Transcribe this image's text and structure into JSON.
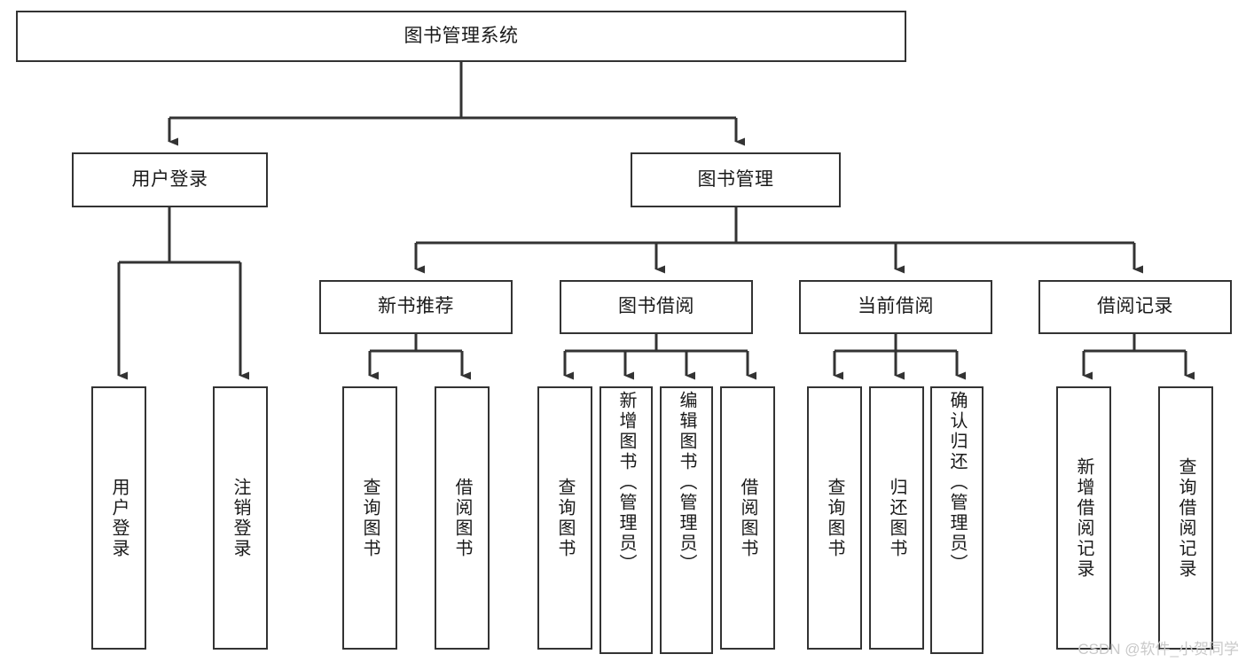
{
  "diagram": {
    "type": "hierarchy-tree",
    "title": "图书管理系统",
    "line_color": "#333333",
    "box_fill": "#ffffff",
    "text_color": "#1a1a1a",
    "levels": {
      "level1": [
        {
          "id": "root",
          "label": "图书管理系统",
          "orientation": "horizontal"
        }
      ],
      "level2": [
        {
          "id": "user-login",
          "label": "用户登录",
          "orientation": "horizontal"
        },
        {
          "id": "book-management",
          "label": "图书管理",
          "orientation": "horizontal"
        }
      ],
      "level3": [
        {
          "id": "new-book-recommend",
          "label": "新书推荐",
          "orientation": "horizontal"
        },
        {
          "id": "book-borrow",
          "label": "图书借阅",
          "orientation": "horizontal"
        },
        {
          "id": "current-borrow",
          "label": "当前借阅",
          "orientation": "horizontal"
        },
        {
          "id": "borrow-record",
          "label": "借阅记录",
          "orientation": "horizontal"
        }
      ],
      "level4": [
        {
          "id": "leaf-user-login",
          "label": "用户登录",
          "parent": "user-login",
          "orientation": "vertical"
        },
        {
          "id": "leaf-logout",
          "label": "注销登录",
          "parent": "user-login",
          "orientation": "vertical"
        },
        {
          "id": "leaf-query-book-1",
          "label": "查询图书",
          "parent": "new-book-recommend",
          "orientation": "vertical"
        },
        {
          "id": "leaf-borrow-book-1",
          "label": "借阅图书",
          "parent": "new-book-recommend",
          "orientation": "vertical"
        },
        {
          "id": "leaf-query-book-2",
          "label": "查询图书",
          "parent": "book-borrow",
          "orientation": "vertical"
        },
        {
          "id": "leaf-add-book",
          "label": "新增图书（管理员）",
          "parent": "book-borrow",
          "orientation": "vertical"
        },
        {
          "id": "leaf-edit-book",
          "label": "编辑图书（管理员）",
          "parent": "book-borrow",
          "orientation": "vertical"
        },
        {
          "id": "leaf-borrow-book-2",
          "label": "借阅图书",
          "parent": "book-borrow",
          "orientation": "vertical"
        },
        {
          "id": "leaf-query-book-3",
          "label": "查询图书",
          "parent": "current-borrow",
          "orientation": "vertical"
        },
        {
          "id": "leaf-return-book",
          "label": "归还图书",
          "parent": "current-borrow",
          "orientation": "vertical"
        },
        {
          "id": "leaf-confirm-return",
          "label": "确认归还（管理员）",
          "parent": "current-borrow",
          "orientation": "vertical"
        },
        {
          "id": "leaf-add-record",
          "label": "新增借阅记录",
          "parent": "borrow-record",
          "orientation": "vertical"
        },
        {
          "id": "leaf-query-record",
          "label": "查询借阅记录",
          "parent": "borrow-record",
          "orientation": "vertical"
        }
      ]
    }
  },
  "watermark": {
    "text": "CSDN @软件_小贺同学"
  }
}
